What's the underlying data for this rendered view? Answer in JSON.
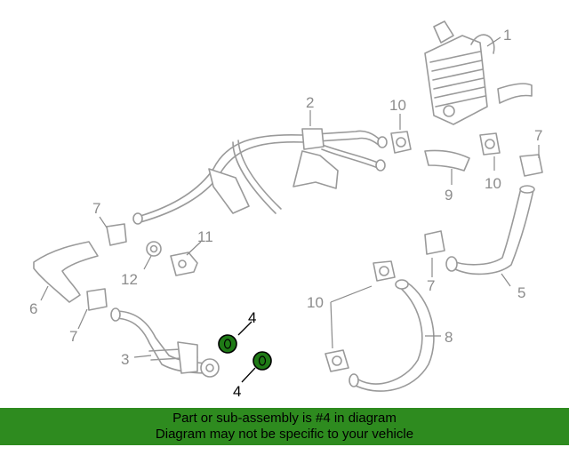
{
  "diagram": {
    "callouts": {
      "c1": "1",
      "c2": "2",
      "c3": "3",
      "c4a": "4",
      "c4b": "4",
      "c5": "5",
      "c6": "6",
      "c7a": "7",
      "c7b": "7",
      "c7c": "7",
      "c7d": "7",
      "c8": "8",
      "c9": "9",
      "c10a": "10",
      "c10b": "10",
      "c10c": "10",
      "c11": "11",
      "c12": "12"
    },
    "highlight_color": "#1f7a16"
  },
  "banner": {
    "line1": "Part or sub-assembly is #4 in diagram",
    "line2": "Diagram may not be specific to your vehicle",
    "background": "#2e8b1f"
  }
}
